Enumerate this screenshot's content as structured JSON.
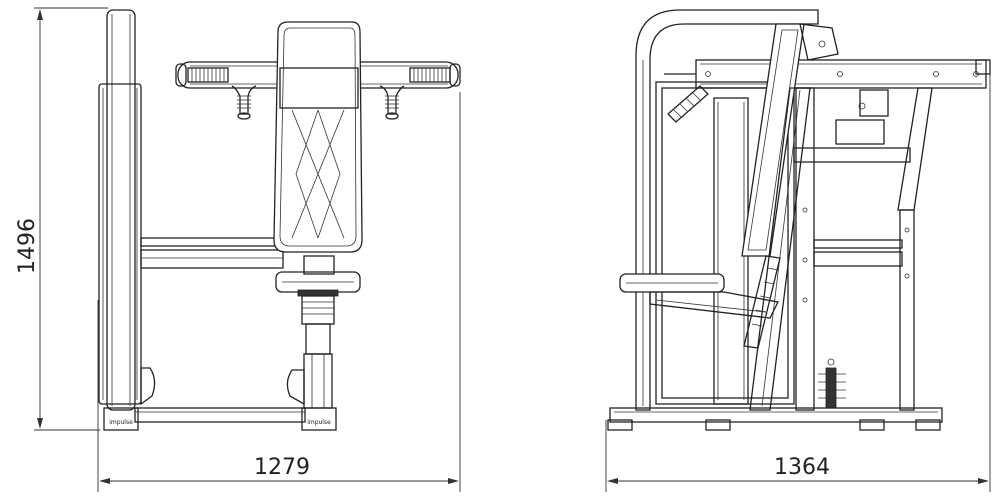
{
  "dimensions": {
    "height_label": "1496",
    "front_width_label": "1279",
    "side_width_label": "1364"
  },
  "logos": {
    "brand_text_left": "impulse",
    "brand_text_right": "impulse"
  }
}
